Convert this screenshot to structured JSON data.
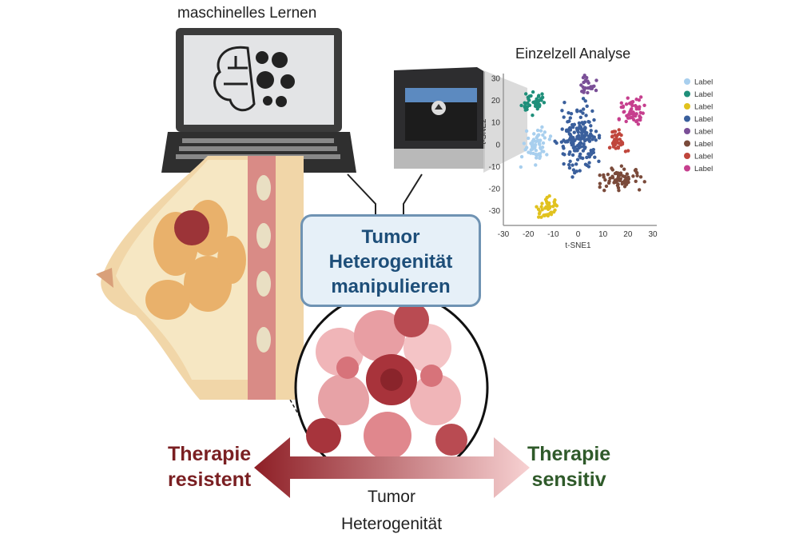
{
  "laptop_label": "maschinelles Lernen",
  "center_box": {
    "line1": "Tumor",
    "line2": "Heterogenität",
    "line3": "manipulieren"
  },
  "arrow": {
    "left_line1": "Therapie",
    "left_line2": "resistent",
    "right_line1": "Therapie",
    "right_line2": "sensitiv",
    "axis_line1": "Tumor",
    "axis_line2": "Heterogenität"
  },
  "colors": {
    "resistant": "#7a1f22",
    "sensitive": "#2f5a2a",
    "box_text": "#1d4e79",
    "box_fill": "#e6f0f8",
    "box_border": "#6f93b3"
  },
  "chart_data": {
    "type": "scatter",
    "title": "Einzelzell Analyse",
    "xlabel": "t-SNE1",
    "ylabel": "t-SNE2",
    "xlim": [
      -30,
      30
    ],
    "ylim": [
      -35,
      32
    ],
    "xticks": [
      "-30",
      "-20",
      "-10",
      "0",
      "10",
      "20",
      "30"
    ],
    "yticks": [
      "30",
      "20",
      "10",
      "0",
      "-10",
      "-20",
      "-30"
    ],
    "legend_position": "right",
    "series": [
      {
        "name": "Label",
        "color": "#a8cfee",
        "center": [
          -17,
          -1
        ],
        "spread": [
          4,
          6
        ],
        "n": 60
      },
      {
        "name": "Label",
        "color": "#1f8f7a",
        "center": [
          -18,
          19
        ],
        "spread": [
          3.5,
          4
        ],
        "n": 45
      },
      {
        "name": "Label",
        "color": "#e1c21e",
        "center": [
          -12,
          -29
        ],
        "spread": [
          3.5,
          4
        ],
        "n": 40
      },
      {
        "name": "Label",
        "color": "#3a5f9c",
        "center": [
          0,
          2
        ],
        "spread": [
          6,
          12
        ],
        "n": 170
      },
      {
        "name": "Label",
        "color": "#7a4f97",
        "center": [
          4,
          27
        ],
        "spread": [
          3,
          3
        ],
        "n": 25
      },
      {
        "name": "Label",
        "color": "#7a4a3a",
        "center": [
          17,
          -16
        ],
        "spread": [
          7,
          4
        ],
        "n": 70
      },
      {
        "name": "Label",
        "color": "#c0463c",
        "center": [
          16,
          1
        ],
        "spread": [
          2.5,
          5
        ],
        "n": 35
      },
      {
        "name": "Label",
        "color": "#c63f8e",
        "center": [
          22,
          15
        ],
        "spread": [
          4,
          5
        ],
        "n": 60
      }
    ]
  }
}
